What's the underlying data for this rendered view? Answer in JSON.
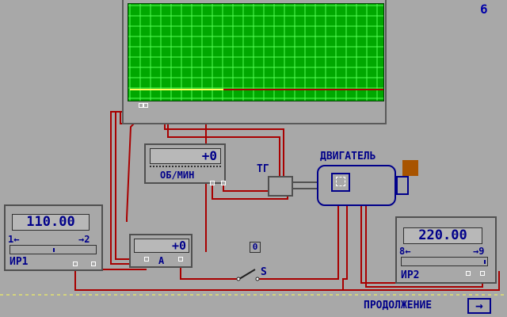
{
  "page_number": "6",
  "tachometer": {
    "value": "+0",
    "unit": "ОБ/МИН"
  },
  "tg_label": "ТГ",
  "motor_label": "ДВИГАТЕЛЬ",
  "ammeter": {
    "value": "+0",
    "label": "А"
  },
  "supply1": {
    "value": "110.00",
    "range_left": "1←",
    "range_right": "→2",
    "name": "ИР1"
  },
  "supply2": {
    "value": "220.00",
    "range_left": "8←",
    "range_right": "→9",
    "name": "ИР2"
  },
  "switch": {
    "state": "0",
    "label": "S"
  },
  "footer": {
    "continue_label": "ПРОДОЛЖЕНИЕ",
    "continue_icon": "arrow-right-icon"
  },
  "colors": {
    "wire": "#a80000",
    "screen": "#00a800",
    "grid": "#54fc54",
    "trace": "#ffff54",
    "text": "#00008a"
  }
}
